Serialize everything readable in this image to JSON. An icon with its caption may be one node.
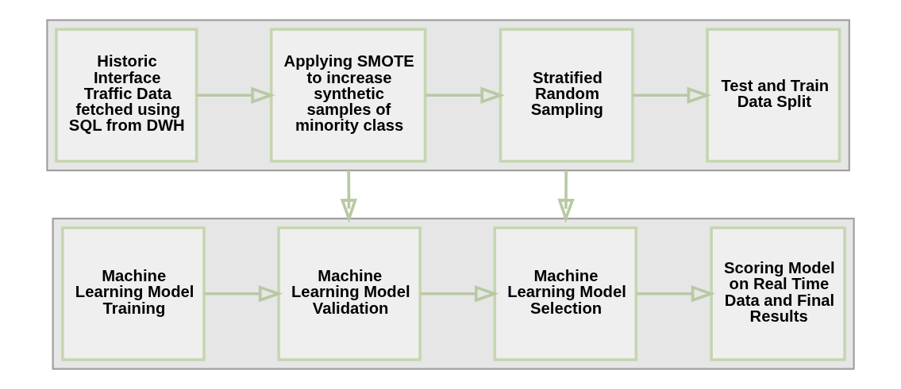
{
  "diagram": {
    "nodes": [
      {
        "text": [],
        "shape": "box"
      },
      {
        "text": [
          "Historic Interface Traffic Data fetched using SQL from DWH"
        ],
        "in": 0
      },
      {
        "text": [
          "Applying SMOTE to increase synthetic samples of minority class"
        ],
        "in": 0
      },
      {
        "text": [
          "Stratified Random Sampling"
        ],
        "in": 0
      },
      {
        "text": [
          "Test and Train Data Split"
        ],
        "in": 0
      },
      {
        "text": [],
        "shape": "box"
      },
      {
        "text": [
          "Machine Learning Model Training"
        ],
        "in": 5
      },
      {
        "text": [
          "Machine Learning Model Validation"
        ],
        "in": 5
      },
      {
        "text": [
          "Machine Learning Model Selection"
        ],
        "in": 5
      },
      {
        "text": [
          "Scoring Model on Real Time Data and Final Results"
        ],
        "in": 5
      }
    ],
    "edges": [
      {
        "from": 1,
        "to": 2,
        "arrow": "to"
      },
      {
        "from": 2,
        "to": 3,
        "arrow": "to"
      },
      {
        "from": 3,
        "to": 4,
        "arrow": "to"
      },
      {
        "from": 0,
        "to": 5,
        "arrow": "to"
      },
      {
        "from": 0,
        "to": 5,
        "arrow": "to"
      },
      {
        "from": 6,
        "to": 7,
        "arrow": "to"
      },
      {
        "from": 7,
        "to": 8,
        "arrow": "to"
      },
      {
        "from": 8,
        "to": 9,
        "arrow": "to"
      }
    ]
  }
}
